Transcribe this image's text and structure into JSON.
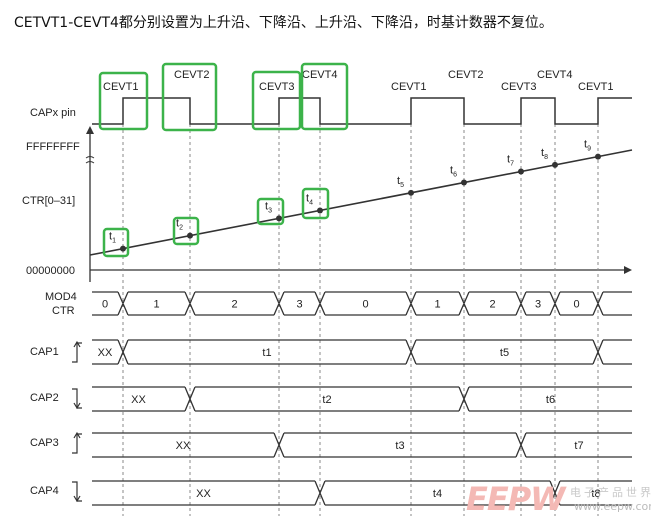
{
  "heading": "CETVT1-CEVT4都分别设置为上升沿、下降沿、上升沿、下降沿，时基计数器不复位。",
  "signals": {
    "capx_pin": "CAPx pin",
    "ctr_top": "FFFFFFFF",
    "ctr": "CTR[0–31]",
    "ctr_zero": "00000000",
    "mod4_line1": "MOD4",
    "mod4_line2": "CTR",
    "cap1": "CAP1",
    "cap2": "CAP2",
    "cap3": "CAP3",
    "cap4": "CAP4"
  },
  "events": [
    "CEVT1",
    "CEVT2",
    "CEVT3",
    "CEVT4",
    "CEVT1",
    "CEVT2",
    "CEVT3",
    "CEVT4",
    "CEVT1"
  ],
  "event_highlighted": [
    true,
    true,
    true,
    true,
    false,
    false,
    false,
    false,
    false
  ],
  "time_labels": [
    {
      "base": "t",
      "sub": "1"
    },
    {
      "base": "t",
      "sub": "2"
    },
    {
      "base": "t",
      "sub": "3"
    },
    {
      "base": "t",
      "sub": "4"
    },
    {
      "base": "t",
      "sub": "5"
    },
    {
      "base": "t",
      "sub": "6"
    },
    {
      "base": "t",
      "sub": "7"
    },
    {
      "base": "t",
      "sub": "8"
    },
    {
      "base": "t",
      "sub": "9"
    }
  ],
  "time_highlighted": [
    true,
    true,
    true,
    true,
    false,
    false,
    false,
    false,
    false
  ],
  "mod4_values": [
    "0",
    "1",
    "2",
    "3",
    "0",
    "1",
    "2",
    "3",
    "0"
  ],
  "cap_values": {
    "cap1": [
      "XX",
      "t1",
      "t5"
    ],
    "cap2": [
      "XX",
      "t2",
      "t6"
    ],
    "cap3": [
      "XX",
      "t3",
      "t7"
    ],
    "cap4": [
      "XX",
      "t4",
      "t8"
    ]
  },
  "colors": {
    "highlight": "#3cb34a",
    "line": "#333333",
    "dashed": "#888888"
  },
  "watermark": {
    "logo": "EEPW",
    "cn": "电子产品世界",
    "url": "www.eepw.com.cn"
  }
}
